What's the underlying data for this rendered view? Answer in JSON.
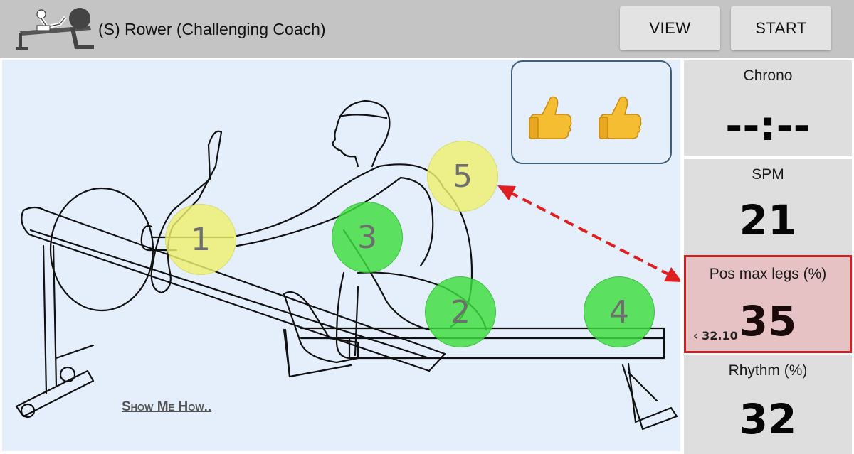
{
  "header": {
    "title": "(S) Rower (Challenging Coach)",
    "view_label": "VIEW",
    "start_label": "START",
    "logo_icon": "rowing-machine-icon"
  },
  "canvas": {
    "background": "#e5eefb",
    "markers": [
      {
        "label": "1",
        "color": "yellow"
      },
      {
        "label": "2",
        "color": "green"
      },
      {
        "label": "3",
        "color": "green"
      },
      {
        "label": "4",
        "color": "green"
      },
      {
        "label": "5",
        "color": "yellow"
      }
    ],
    "feedback_icons": [
      "thumbs-up-icon",
      "thumbs-up-icon"
    ],
    "show_me_how_label": "Show Me How..",
    "arrow_color": "#e02020"
  },
  "stats": {
    "chrono": {
      "label": "Chrono",
      "value": "--:--"
    },
    "spm": {
      "label": "SPM",
      "value": "21"
    },
    "pos_max_legs": {
      "label": "Pos max legs (%)",
      "value": "35",
      "previous": "‹ 32.10",
      "highlight_color": "#d31e22"
    },
    "rhythm": {
      "label": "Rhythm (%)",
      "value": "32"
    }
  }
}
